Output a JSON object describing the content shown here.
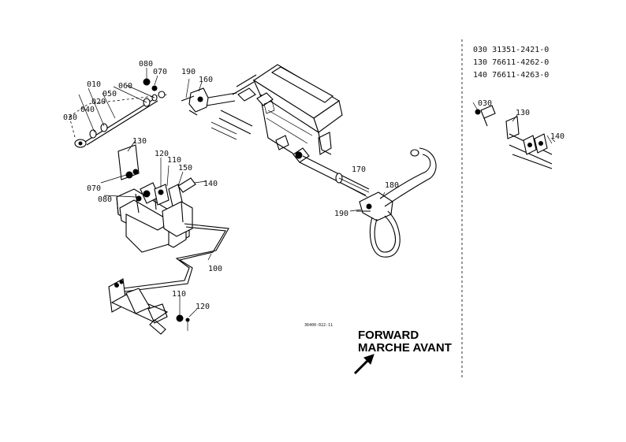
{
  "callouts": {
    "c010": "010",
    "c020": "020",
    "c030": "030",
    "c040": "040",
    "c050": "050",
    "c060": "060",
    "c070_top": "070",
    "c080_top": "080",
    "c190_top": "190",
    "c160": "160",
    "c130_main": "130",
    "c120_a": "120",
    "c110_a": "110",
    "c150": "150",
    "c140": "140",
    "c070_left": "070",
    "c080_left": "080",
    "c100": "100",
    "c110_b": "110",
    "c120_b": "120",
    "c170": "170",
    "c180": "180",
    "c190_right": "190",
    "c030_inset": "030",
    "c130_inset": "130",
    "c140_inset": "140"
  },
  "parts_list": [
    "030  31351-2421-0",
    "130  76611-4262-0",
    "140  76611-4263-0"
  ],
  "drawing_code": "36400-022-11",
  "direction": {
    "line1": "FORWARD",
    "line2": "MARCHE AVANT"
  }
}
